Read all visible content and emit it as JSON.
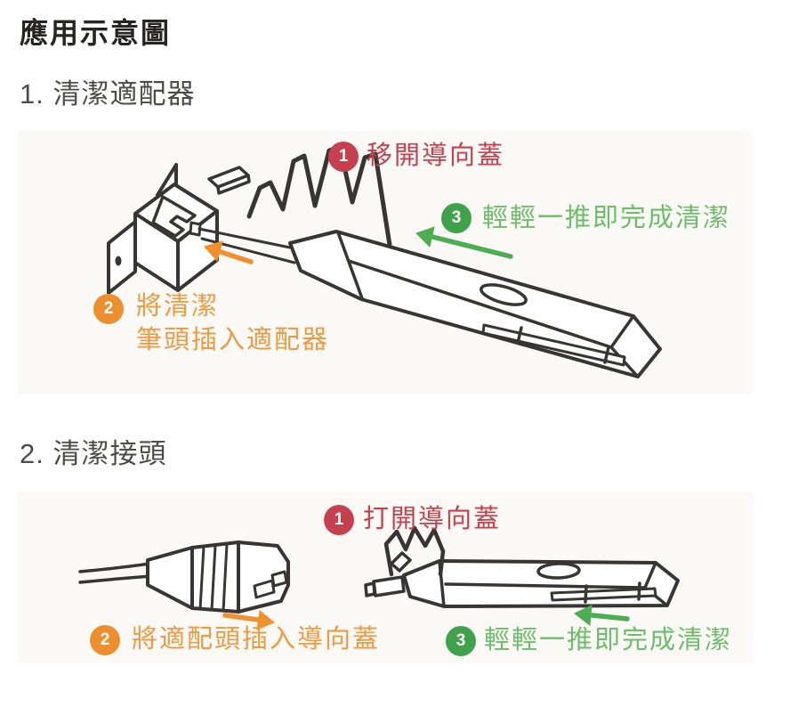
{
  "page": {
    "title": "應用示意圖"
  },
  "colors": {
    "red": "#c7404e",
    "orange_badge": "#ee8f2e",
    "orange_text": "#f09a40",
    "green_badge": "#3fa24a",
    "green_text": "#6abf68",
    "green_arrow": "#4cae50",
    "orange_arrow": "#f0912d",
    "line_art": "#383533",
    "panel_bg": "#fbf9f6"
  },
  "sections": [
    {
      "heading": "1. 清潔適配器",
      "steps": {
        "remove_cap": {
          "num": "1",
          "label": "移開導向蓋"
        },
        "insert_tip": {
          "num": "2",
          "label_line1": "將清潔",
          "label_line2": "筆頭插入適配器"
        },
        "push_clean": {
          "num": "3",
          "label": "輕輕一推即完成清潔"
        }
      }
    },
    {
      "heading": "2. 清潔接頭",
      "steps": {
        "open_cap": {
          "num": "1",
          "label": "打開導向蓋"
        },
        "insert_adapter": {
          "num": "2",
          "label": "將適配頭插入導向蓋"
        },
        "push_clean": {
          "num": "3",
          "label": "輕輕一推即完成清潔"
        }
      }
    }
  ]
}
